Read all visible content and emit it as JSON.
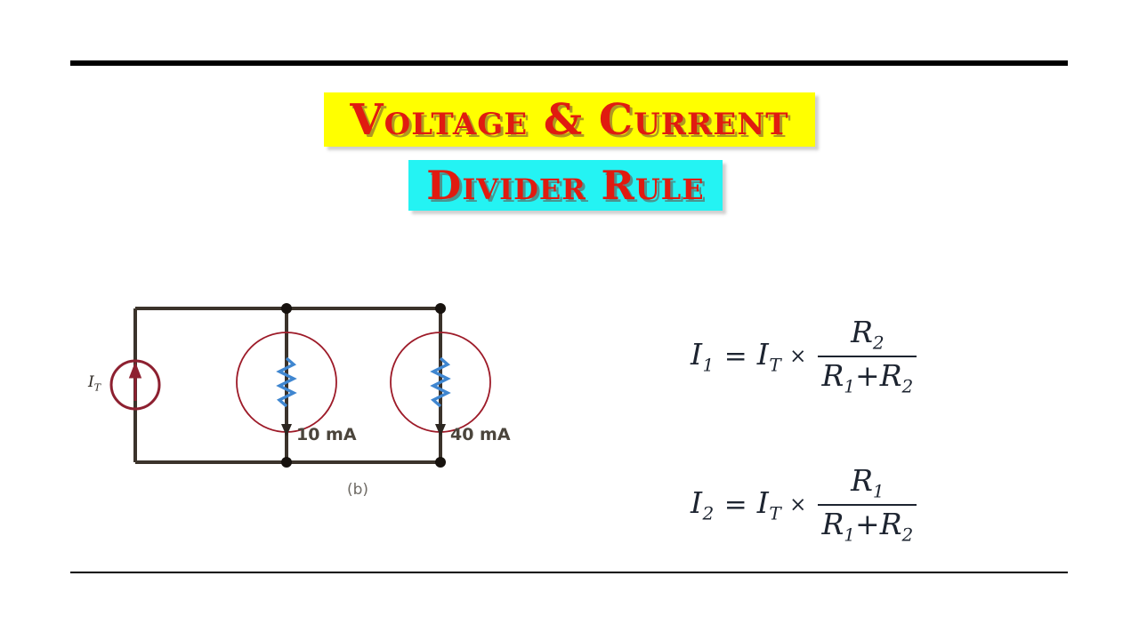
{
  "slide": {
    "background_color": "#ffffff",
    "top_rule_color": "#000000",
    "bottom_rule_color": "#000000"
  },
  "title": {
    "line1": {
      "text": "Voltage & Current",
      "text_color": "#e01b10",
      "highlight_color": "#ffff00"
    },
    "line2": {
      "text": "Divider Rule",
      "text_color": "#e01b10",
      "highlight_color": "#24f3f3"
    }
  },
  "circuit": {
    "caption": "(b)",
    "source_label": "I",
    "source_label_sub": "T",
    "source_color": "#8d2030",
    "wire_color": "#3b332b",
    "resistor_color": "#3f86d0",
    "highlight_circle_color": "#9d1a28",
    "branch_1": {
      "current": "10 mA"
    },
    "branch_2": {
      "current": "40 mA"
    }
  },
  "formulas": [
    {
      "lhs": "I",
      "lhs_sub": "1",
      "equals": "=",
      "total": "I",
      "total_sub": "T",
      "times": "×",
      "numerator": "R",
      "numerator_sub": "2",
      "denominator_left": "R",
      "denominator_left_sub": "1",
      "denominator_op": "+",
      "denominator_right": "R",
      "denominator_right_sub": "2"
    },
    {
      "lhs": "I",
      "lhs_sub": "2",
      "equals": "=",
      "total": "I",
      "total_sub": "T",
      "times": "×",
      "numerator": "R",
      "numerator_sub": "1",
      "denominator_left": "R",
      "denominator_left_sub": "1",
      "denominator_op": "+",
      "denominator_right": "R",
      "denominator_right_sub": "2"
    }
  ]
}
